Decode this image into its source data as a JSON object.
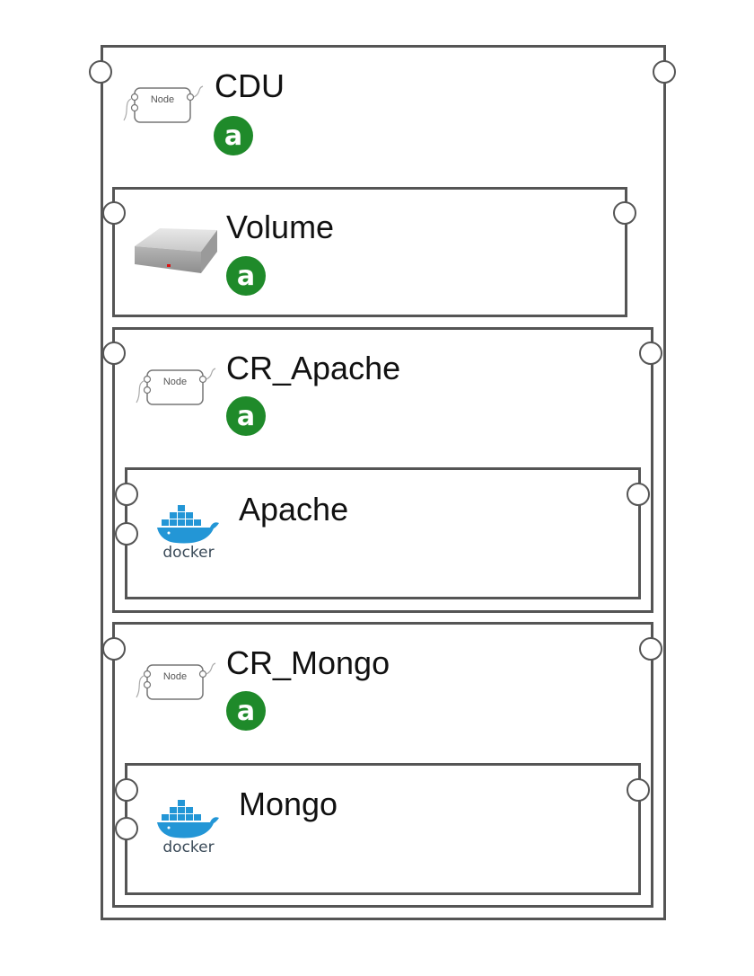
{
  "nodes": {
    "cdu": {
      "label": "CDU",
      "icon": "node-icon",
      "icon_text": "Node",
      "badge": "a"
    },
    "volume": {
      "label": "Volume",
      "icon": "hard-disk-icon",
      "badge": "a"
    },
    "cr_apache": {
      "label": "CR_Apache",
      "icon": "node-icon",
      "icon_text": "Node",
      "badge": "a"
    },
    "apache": {
      "label": "Apache",
      "icon": "docker-icon",
      "icon_text": "docker"
    },
    "cr_mongo": {
      "label": "CR_Mongo",
      "icon": "node-icon",
      "icon_text": "Node",
      "badge": "a"
    },
    "mongo": {
      "label": "Mongo",
      "icon": "docker-icon",
      "icon_text": "docker"
    }
  },
  "colors": {
    "border": "#555555",
    "badge_green": "#1f8a2a",
    "docker_blue": "#2396d6",
    "docker_text": "#3a4a58"
  }
}
